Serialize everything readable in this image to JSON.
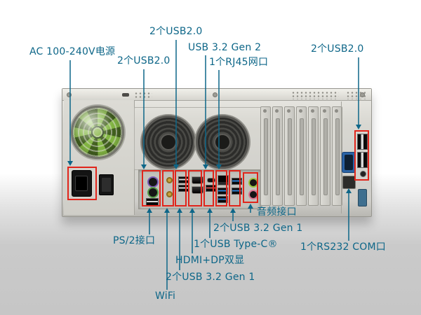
{
  "colors": {
    "annotation_text": "#0d6688",
    "annotation_arrow": "#0d6688",
    "highlight_box": "#e1251b",
    "chassis_body": "#d6d5d0",
    "psu_fan_blades": "#82b542"
  },
  "annotations": {
    "top": [
      {
        "id": "usb2-io-top",
        "text": "2个USB2.0"
      },
      {
        "id": "ac-power",
        "text": "AC 100-240V电源"
      },
      {
        "id": "usb2-io-left",
        "text": "2个USB2.0"
      },
      {
        "id": "usb32-gen2",
        "text": "USB 3.2 Gen 2"
      },
      {
        "id": "rj45",
        "text": "1个RJ45网口"
      },
      {
        "id": "usb2-right-panel",
        "text": "2个USB2.0"
      }
    ],
    "bottom": [
      {
        "id": "audio",
        "text": "音频接口"
      },
      {
        "id": "ps2",
        "text": "PS/2接口"
      },
      {
        "id": "usb32-gen1-a",
        "text": "2个USB 3.2 Gen 1"
      },
      {
        "id": "usb-type-c",
        "text": "1个USB Type-C®"
      },
      {
        "id": "hdmi-dp",
        "text": "HDMI+DP双显"
      },
      {
        "id": "usb32-gen1-b",
        "text": "2个USB 3.2 Gen 1"
      },
      {
        "id": "wifi",
        "text": "WiFi"
      },
      {
        "id": "rs232",
        "text": "1个RS232 COM口"
      }
    ]
  }
}
